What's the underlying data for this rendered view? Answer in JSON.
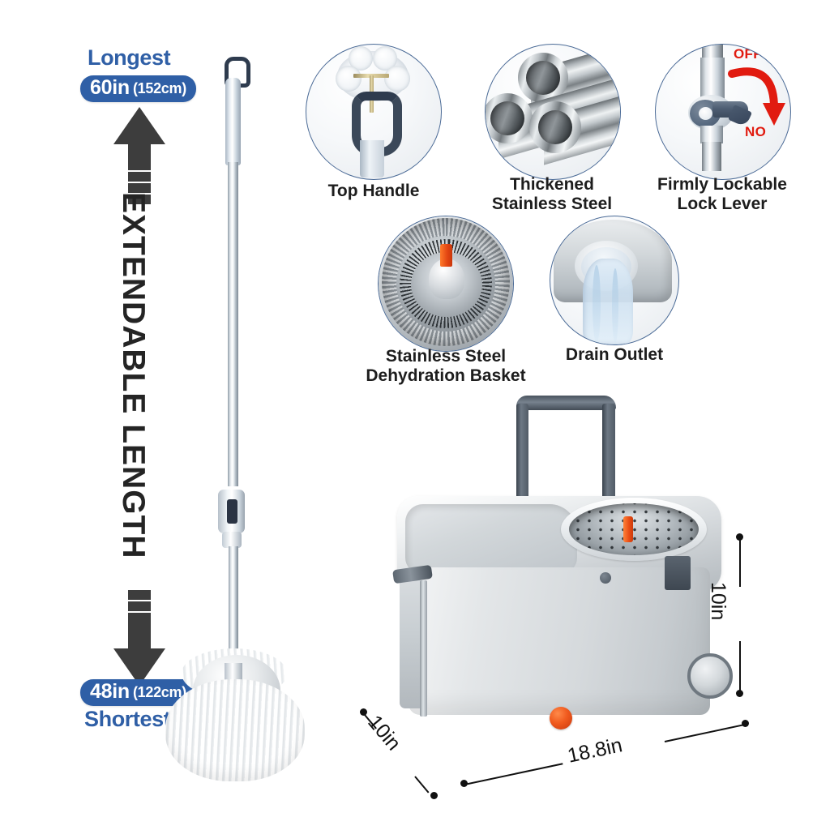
{
  "product": {
    "type": "spin-mop-and-bucket-infographic"
  },
  "length_panel": {
    "longest_caption": "Longest",
    "longest_badge_value": "60in",
    "longest_badge_metric": "(152cm)",
    "shortest_caption": "Shortest",
    "shortest_badge_value": "48in",
    "shortest_badge_metric": "(122cm)",
    "vertical_title": "EXTENDABLE LENGTH",
    "badge_color": "#2f5fa6",
    "caption_color": "#2f5fa6",
    "arrow_color": "#3d3d3d"
  },
  "features": [
    {
      "id": "top-handle",
      "label": "Top Handle"
    },
    {
      "id": "thickened-steel",
      "label": "Thickened\nStainless Steel"
    },
    {
      "id": "lock-lever",
      "label": "Firmly Lockable\nLock Lever"
    },
    {
      "id": "dehydration-basket",
      "label": "Stainless Steel\nDehydration Basket"
    },
    {
      "id": "drain-outlet",
      "label": "Drain Outlet"
    }
  ],
  "lock_lever_markings": {
    "off_label": "OFF",
    "no_label": "NO",
    "marking_color": "#e11b10"
  },
  "dimensions": {
    "width": "18.8in",
    "depth": "10in",
    "height": "10in",
    "line_color": "#111111"
  },
  "icons": {
    "arrow_up": "arrow-up-icon",
    "arrow_down": "arrow-down-icon",
    "rotation_arrow": "curved-rotation-arrow-icon"
  }
}
